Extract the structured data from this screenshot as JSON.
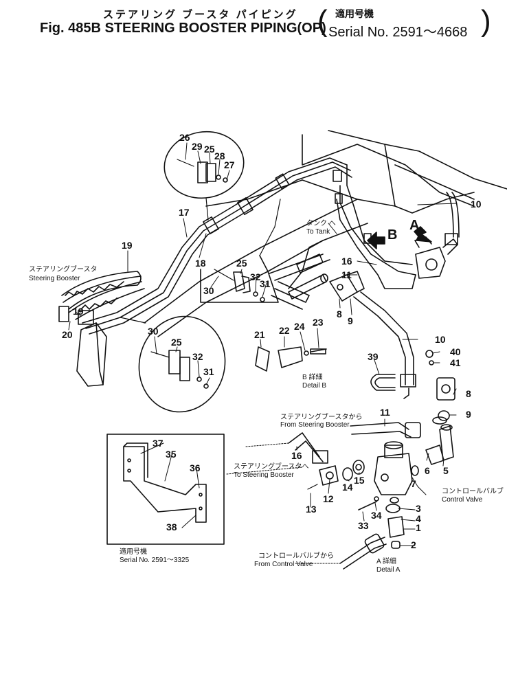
{
  "header": {
    "japanese_title": "ステアリング ブースタ パイピング",
    "figure_title": "Fig. 485B  STEERING BOOSTER PIPING(OP)",
    "japanese_serial": "適用号機",
    "serial": "Serial No. 2591～4668"
  },
  "labels": {
    "tank_jp": "タンク へ",
    "tank_en": "To Tank",
    "booster_jp": "ステアリングブースタ",
    "booster_en": "Steering Booster",
    "detail_b_jp": "B 詳細",
    "detail_b_en": "Detail B",
    "from_booster_jp": "ステアリングブースタから",
    "from_booster_en": "From Steering Booster",
    "to_booster_jp": "ステアリングブースタへ",
    "to_booster_en": "To Steering Booster",
    "control_valve_jp": "コントロールバルブ",
    "control_valve_en": "Control Valve",
    "from_cv_jp": "コントロールバルブから",
    "from_cv_en": "From Control Valve",
    "detail_a_jp": "A 詳細",
    "detail_a_en": "Detail A",
    "inset_jp": "適用号機",
    "inset_serial": "Serial No. 2591～3325",
    "arrow_a": "A",
    "arrow_b": "B"
  },
  "callouts": [
    "26",
    "29",
    "25",
    "28",
    "27",
    "17",
    "19",
    "18",
    "20",
    "19",
    "25",
    "30",
    "32",
    "31",
    "30",
    "25",
    "32",
    "31",
    "21",
    "22",
    "24",
    "23",
    "10",
    "16",
    "11",
    "8",
    "9",
    "10",
    "39",
    "40",
    "41",
    "8",
    "9",
    "11",
    "16",
    "15",
    "14",
    "12",
    "13",
    "7",
    "6",
    "5",
    "4",
    "3",
    "1",
    "2",
    "34",
    "33",
    "37",
    "35",
    "36",
    "38"
  ]
}
